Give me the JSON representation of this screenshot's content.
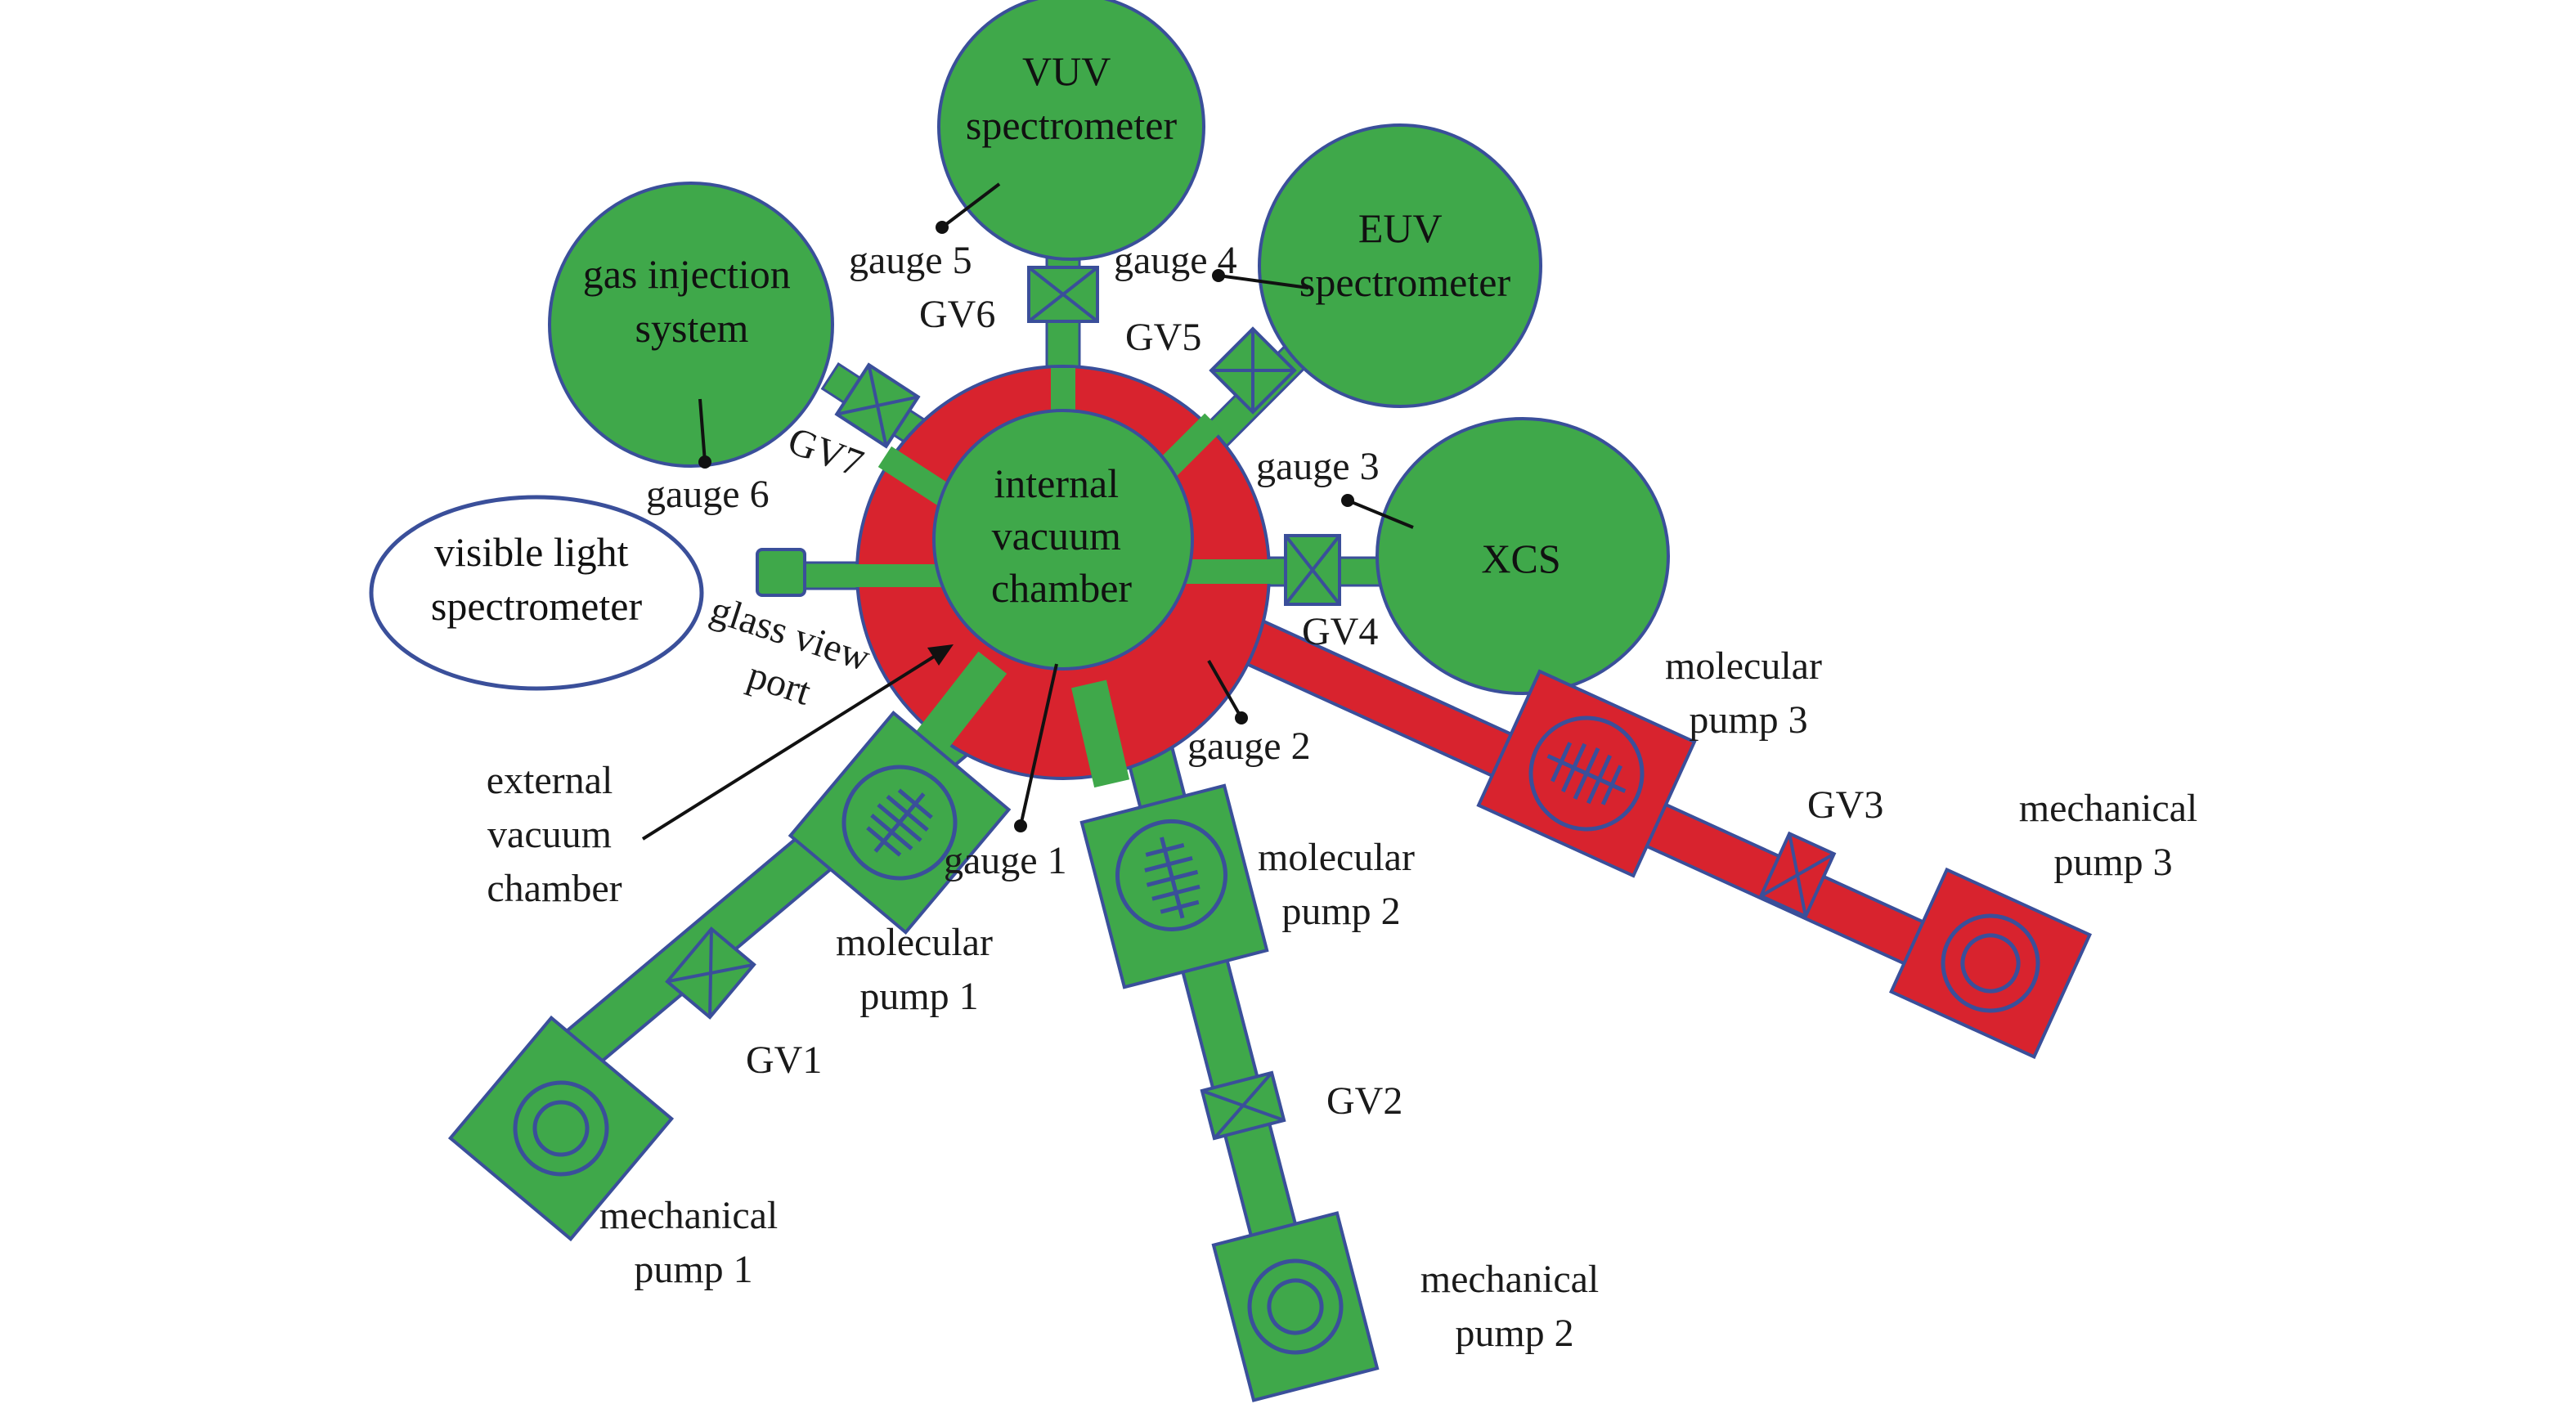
{
  "colors": {
    "green": "#3fa84a",
    "red": "#d8232e",
    "outline": "#3a4f9a",
    "text": "#1a1a1a"
  },
  "chambers": {
    "internal": [
      "internal",
      "vacuum",
      "chamber"
    ],
    "external": [
      "external",
      "vacuum",
      "chamber"
    ]
  },
  "instruments": {
    "vuv": [
      "VUV",
      "spectrometer"
    ],
    "euv": [
      "EUV",
      "spectrometer"
    ],
    "gas": [
      "gas injection",
      "system"
    ],
    "xcs": [
      "XCS"
    ],
    "visible": [
      "visible light",
      "spectrometer"
    ],
    "glass_port": [
      "glass view",
      "port"
    ]
  },
  "gauges": {
    "g1": "gauge 1",
    "g2": "gauge 2",
    "g3": "gauge 3",
    "g4": "gauge 4",
    "g5": "gauge 5",
    "g6": "gauge 6"
  },
  "valves": {
    "gv1": "GV1",
    "gv2": "GV2",
    "gv3": "GV3",
    "gv4": "GV4",
    "gv5": "GV5",
    "gv6": "GV6",
    "gv7": "GV7"
  },
  "pumps": {
    "mol1": [
      "molecular",
      "pump 1"
    ],
    "mol2": [
      "molecular",
      "pump 2"
    ],
    "mol3": [
      "molecular",
      "pump 3"
    ],
    "mech1": [
      "mechanical",
      "pump 1"
    ],
    "mech2": [
      "mechanical",
      "pump 2"
    ],
    "mech3": [
      "mechanical",
      "pump 3"
    ]
  }
}
